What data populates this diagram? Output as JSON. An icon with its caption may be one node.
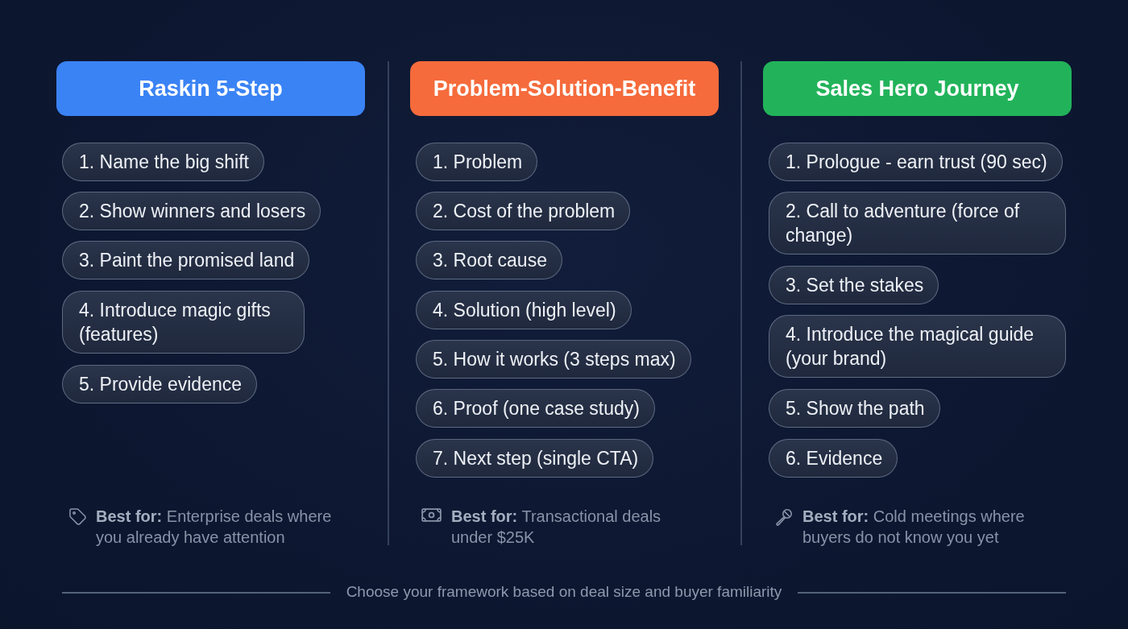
{
  "diagram": {
    "caption": "Choose your framework based on deal size and buyer familiarity",
    "nodes": [
      {
        "text": [
          "Raskin 5-Step"
        ]
      },
      {
        "text": [
          "1. Name the big shift"
        ]
      },
      {
        "text": [
          "2. Show winners and losers"
        ]
      },
      {
        "text": [
          "3. Paint the promised land"
        ]
      },
      {
        "text": [
          "4. Introduce magic gifts (features)"
        ]
      },
      {
        "text": [
          "5. Provide evidence"
        ]
      },
      {
        "text": [
          "Problem-Solution-Benefit"
        ]
      },
      {
        "text": [
          "1. Problem"
        ]
      },
      {
        "text": [
          "2. Cost of the problem"
        ]
      },
      {
        "text": [
          "3. Root cause"
        ]
      },
      {
        "text": [
          "4. Solution (high level)"
        ]
      },
      {
        "text": [
          "5. How it works (3 steps max)"
        ]
      },
      {
        "text": [
          "6. Proof (one case study)"
        ]
      },
      {
        "text": [
          "7. Next step (single CTA)"
        ]
      },
      {
        "text": [
          "Sales Hero Journey"
        ]
      },
      {
        "text": [
          "1. Prologue - earn trust (90 sec)"
        ]
      },
      {
        "text": [
          "2. Call to adventure (force of change)"
        ]
      },
      {
        "text": [
          "3. Set the stakes"
        ]
      },
      {
        "text": [
          "4. Introduce the magical guide (your brand)"
        ]
      },
      {
        "text": [
          "5. Show the path"
        ]
      },
      {
        "text": [
          "6. Evidence"
        ]
      }
    ],
    "labels": [
      "**Best for:** Enterprise deals where you already have attention",
      "**Best for:** Transactional deals under $25K",
      "**Best for:** Cold meetings where buyers do not know you yet"
    ]
  }
}
